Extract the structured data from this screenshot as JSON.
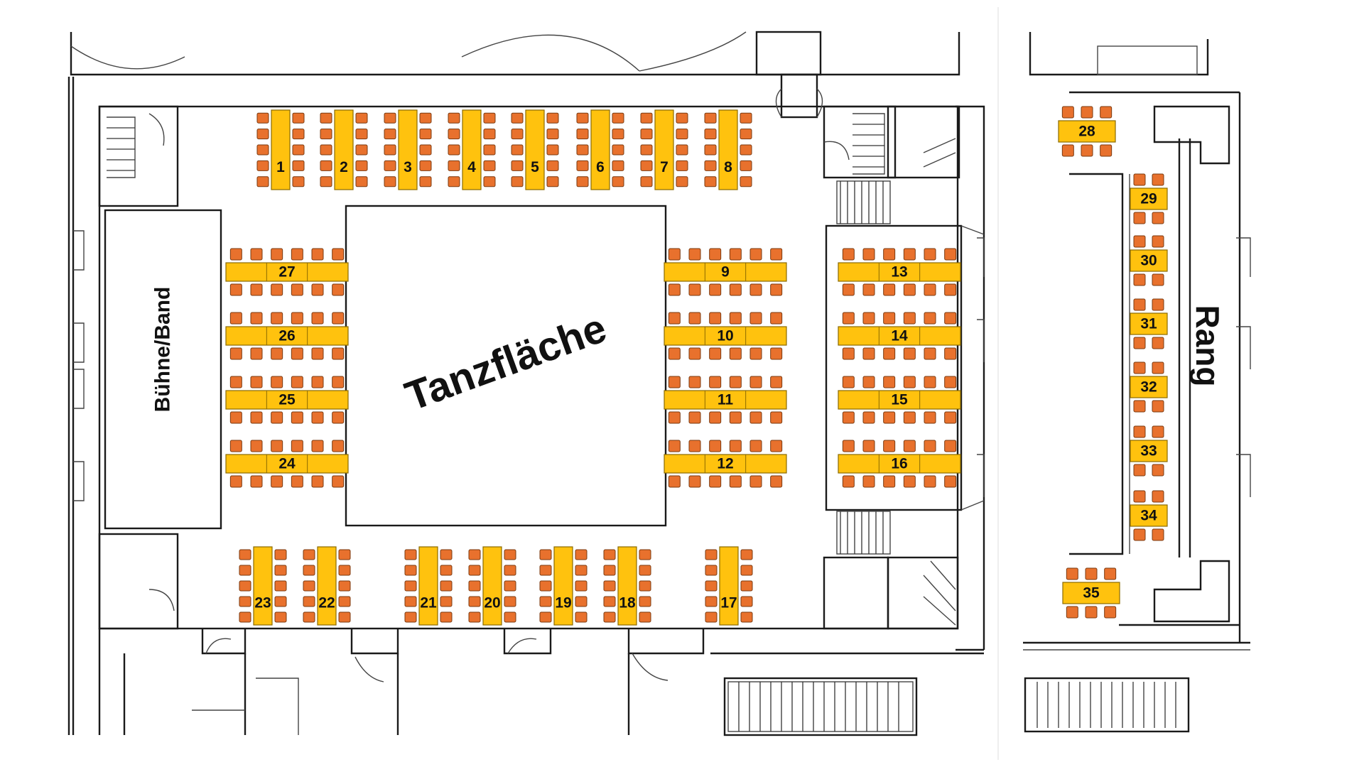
{
  "areas": {
    "stage": "Bühne/Band",
    "dancefloor": "Tanzfläche",
    "gallery": "Rang"
  },
  "colors": {
    "table": "#ffc20e",
    "seat": "#e8712d",
    "wall": "#1a1a1a"
  },
  "tables": {
    "t1": "1",
    "t2": "2",
    "t3": "3",
    "t4": "4",
    "t5": "5",
    "t6": "6",
    "t7": "7",
    "t8": "8",
    "t9": "9",
    "t10": "10",
    "t11": "11",
    "t12": "12",
    "t13": "13",
    "t14": "14",
    "t15": "15",
    "t16": "16",
    "t17": "17",
    "t18": "18",
    "t19": "19",
    "t20": "20",
    "t21": "21",
    "t22": "22",
    "t23": "23",
    "t24": "24",
    "t25": "25",
    "t26": "26",
    "t27": "27",
    "t28": "28",
    "t29": "29",
    "t30": "30",
    "t31": "31",
    "t32": "32",
    "t33": "33",
    "t34": "34",
    "t35": "35"
  }
}
